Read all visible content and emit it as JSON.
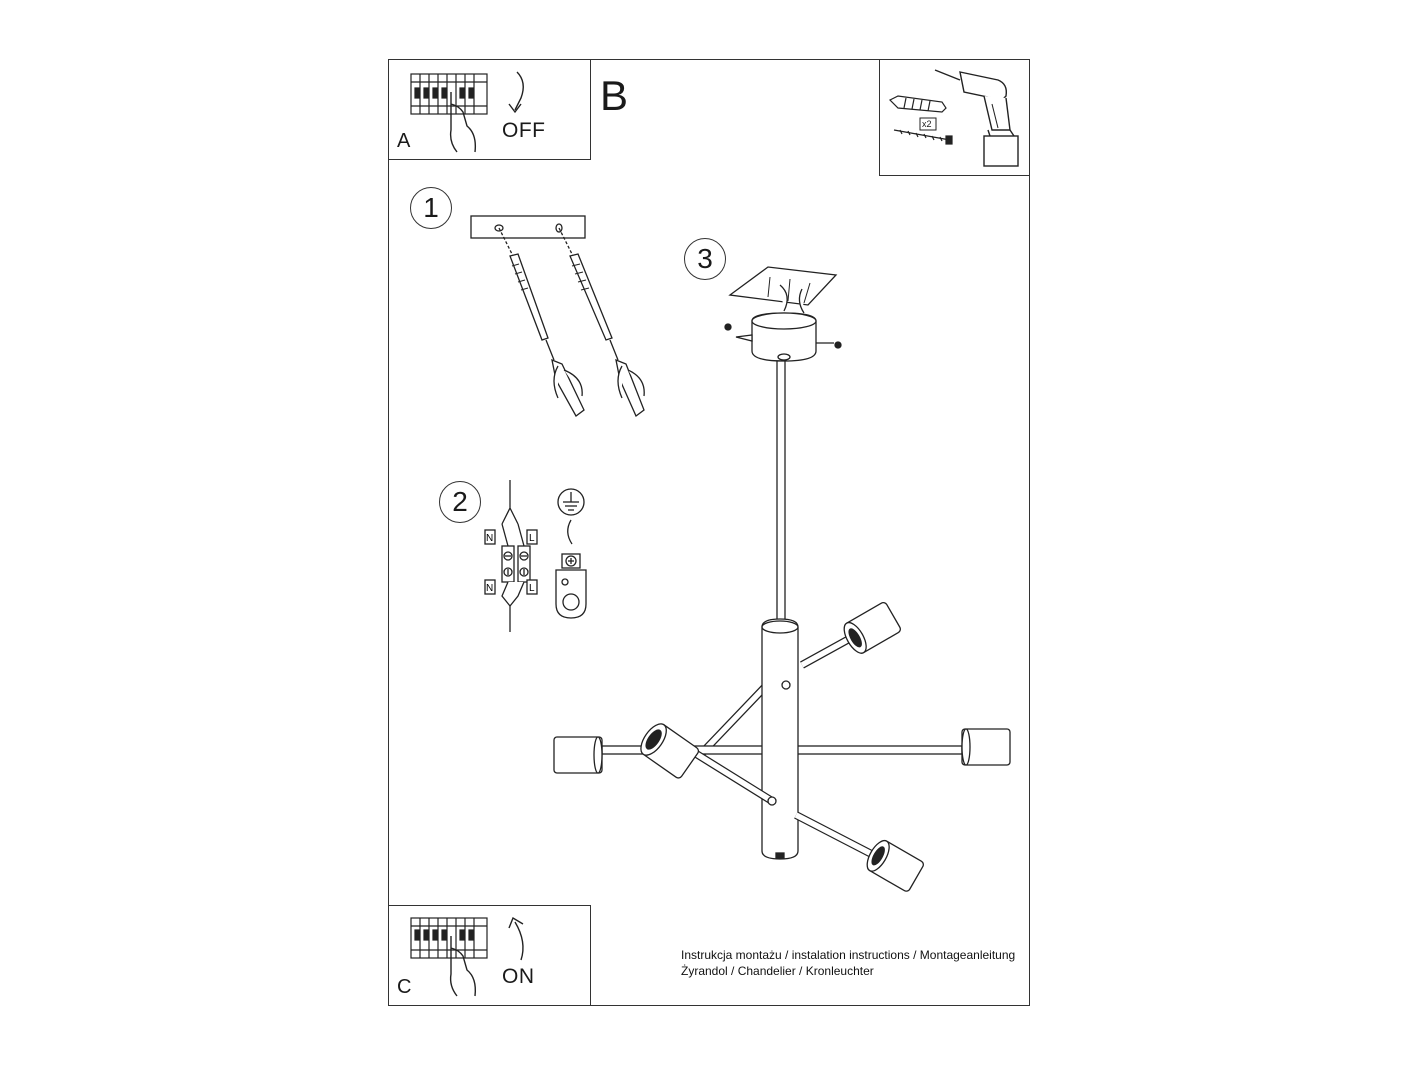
{
  "panels": {
    "a": {
      "label": "A",
      "state": "OFF"
    },
    "b": {
      "label": "B"
    },
    "c": {
      "label": "C",
      "state": "ON"
    }
  },
  "steps": [
    "1",
    "2",
    "3"
  ],
  "wiring": {
    "neutral": "N",
    "live": "L"
  },
  "tools": {
    "quantity": "x2"
  },
  "caption": {
    "line1": "Instrukcja montażu / instalation instructions / Montageanleitung",
    "line2": "Żyrandol / Chandelier / Kronleuchter"
  }
}
